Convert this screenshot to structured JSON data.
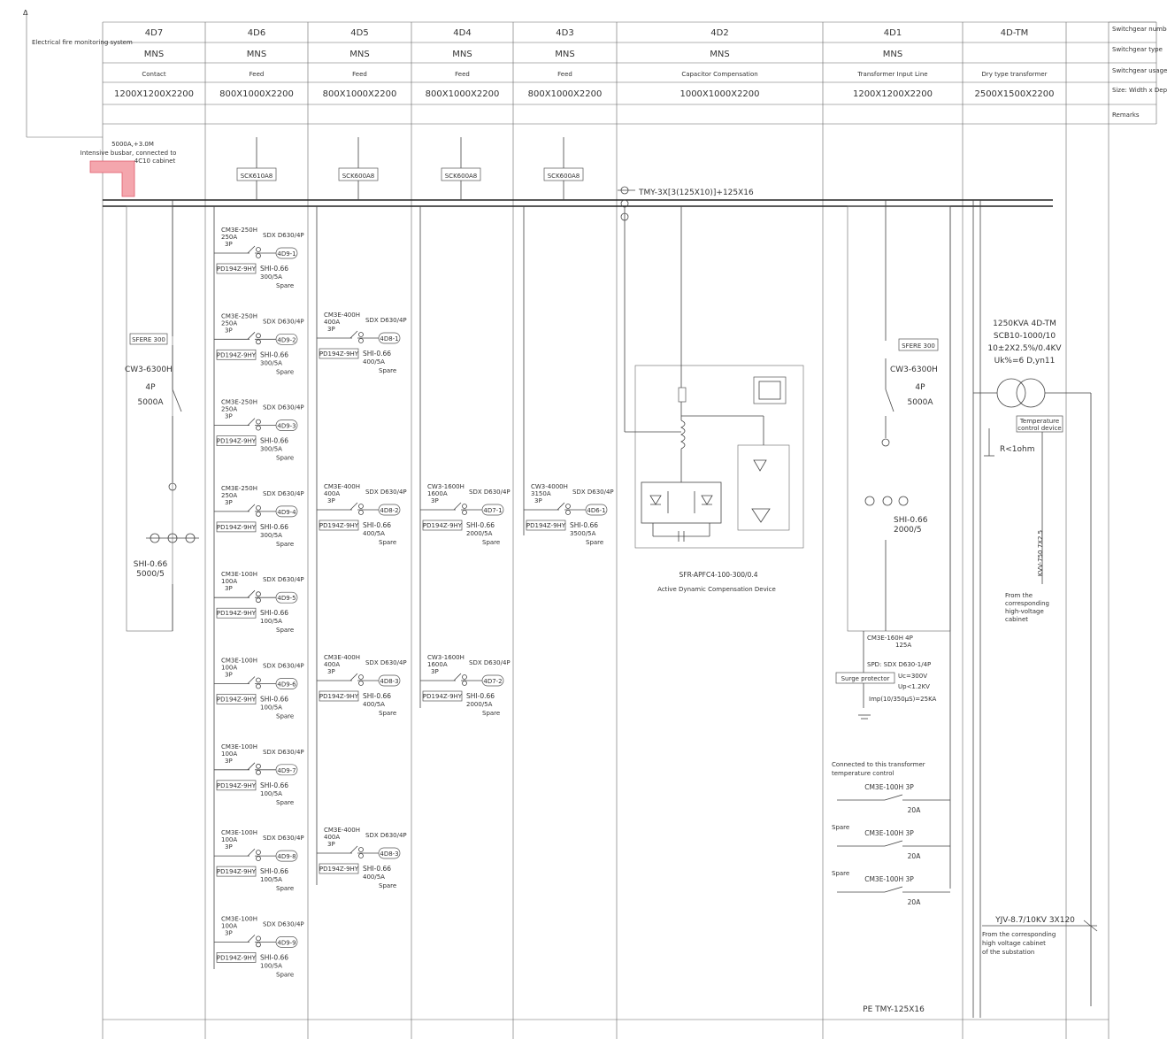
{
  "corner_mark": "Δ",
  "left_label": "Electrical fire monitoring system",
  "row_labels": [
    "Switchgear number",
    "Switchgear type",
    "Switchgear usage",
    "Size: Width x Depth x Height",
    "Remarks"
  ],
  "columns": [
    {
      "number": "4D7",
      "type": "MNS",
      "usage": "Contact",
      "size": "1200X1200X2200"
    },
    {
      "number": "4D6",
      "type": "MNS",
      "usage": "Feed",
      "size": "800X1000X2200"
    },
    {
      "number": "4D5",
      "type": "MNS",
      "usage": "Feed",
      "size": "800X1000X2200"
    },
    {
      "number": "4D4",
      "type": "MNS",
      "usage": "Feed",
      "size": "800X1000X2200"
    },
    {
      "number": "4D3",
      "type": "MNS",
      "usage": "Feed",
      "size": "800X1000X2200"
    },
    {
      "number": "4D2",
      "type": "MNS",
      "usage": "Capacitor Compensation",
      "size": "1000X1000X2200"
    },
    {
      "number": "4D1",
      "type": "MNS",
      "usage": "Transformer Input Line",
      "size": "1200X1200X2200"
    },
    {
      "number": "4D-TM",
      "type": "",
      "usage": "Dry type transformer",
      "size": "2500X1500X2200"
    }
  ],
  "busbar_note": [
    "5000A,+3.0M",
    "Intensive busbar, connected to",
    "4C10 cabinet"
  ],
  "tap_boxes": [
    "SCK610A8",
    "SCK600A8",
    "SCK600A8",
    "SCK600A8"
  ],
  "main_bus": "TMY-3X[3(125X10)]+125X16",
  "contact": {
    "sfere": "SFERE 300",
    "breaker": "CW3-6300H",
    "poles": "4P",
    "rating": "5000A",
    "ct": [
      "SHI-0.66",
      "5000/5"
    ]
  },
  "feeders": {
    "col6": [
      {
        "breaker": "CM3E-250H",
        "rating": "250A",
        "poles": "3P",
        "spd": "SDX D630/4P",
        "tag": "4D9-1",
        "meter": "PD194Z-9HY",
        "ct1": "SHI-0.66",
        "ct2": "300/5A",
        "status": "Spare"
      },
      {
        "breaker": "CM3E-250H",
        "rating": "250A",
        "poles": "3P",
        "spd": "SDX D630/4P",
        "tag": "4D9-2",
        "meter": "PD194Z-9HY",
        "ct1": "SHI-0.66",
        "ct2": "300/5A",
        "status": "Spare"
      },
      {
        "breaker": "CM3E-250H",
        "rating": "250A",
        "poles": "3P",
        "spd": "SDX D630/4P",
        "tag": "4D9-3",
        "meter": "PD194Z-9HY",
        "ct1": "SHI-0.66",
        "ct2": "300/5A",
        "status": "Spare"
      },
      {
        "breaker": "CM3E-250H",
        "rating": "250A",
        "poles": "3P",
        "spd": "SDX D630/4P",
        "tag": "4D9-4",
        "meter": "PD194Z-9HY",
        "ct1": "SHI-0.66",
        "ct2": "300/5A",
        "status": "Spare"
      },
      {
        "breaker": "CM3E-100H",
        "rating": "100A",
        "poles": "3P",
        "spd": "SDX D630/4P",
        "tag": "4D9-5",
        "meter": "PD194Z-9HY",
        "ct1": "SHI-0.66",
        "ct2": "100/5A",
        "status": "Spare"
      },
      {
        "breaker": "CM3E-100H",
        "rating": "100A",
        "poles": "3P",
        "spd": "SDX D630/4P",
        "tag": "4D9-6",
        "meter": "PD194Z-9HY",
        "ct1": "SHI-0.66",
        "ct2": "100/5A",
        "status": "Spare"
      },
      {
        "breaker": "CM3E-100H",
        "rating": "100A",
        "poles": "3P",
        "spd": "SDX D630/4P",
        "tag": "4D9-7",
        "meter": "PD194Z-9HY",
        "ct1": "SHI-0.66",
        "ct2": "100/5A",
        "status": "Spare"
      },
      {
        "breaker": "CM3E-100H",
        "rating": "100A",
        "poles": "3P",
        "spd": "SDX D630/4P",
        "tag": "4D9-8",
        "meter": "PD194Z-9HY",
        "ct1": "SHI-0.66",
        "ct2": "100/5A",
        "status": "Spare"
      },
      {
        "breaker": "CM3E-100H",
        "rating": "100A",
        "poles": "3P",
        "spd": "SDX D630/4P",
        "tag": "4D9-9",
        "meter": "PD194Z-9HY",
        "ct1": "SHI-0.66",
        "ct2": "100/5A",
        "status": "Spare"
      }
    ],
    "col5": [
      {
        "breaker": "CM3E-400H",
        "rating": "400A",
        "poles": "3P",
        "spd": "SDX D630/4P",
        "tag": "4D8-1",
        "meter": "PD194Z-9HY",
        "ct1": "SHI-0.66",
        "ct2": "400/5A",
        "status": "Spare"
      },
      {
        "breaker": "CM3E-400H",
        "rating": "400A",
        "poles": "3P",
        "spd": "SDX D630/4P",
        "tag": "4D8-2",
        "meter": "PD194Z-9HY",
        "ct1": "SHI-0.66",
        "ct2": "400/5A",
        "status": "Spare"
      },
      {
        "breaker": "CM3E-400H",
        "rating": "400A",
        "poles": "3P",
        "spd": "SDX D630/4P",
        "tag": "4D8-3",
        "meter": "PD194Z-9HY",
        "ct1": "SHI-0.66",
        "ct2": "400/5A",
        "status": "Spare"
      },
      {
        "breaker": "CM3E-400H",
        "rating": "400A",
        "poles": "3P",
        "spd": "SDX D630/4P",
        "tag": "4D8-3",
        "meter": "PD194Z-9HY",
        "ct1": "SHI-0.66",
        "ct2": "400/5A",
        "status": "Spare"
      }
    ],
    "col4": [
      {
        "breaker": "CW3-1600H",
        "rating": "1600A",
        "poles": "3P",
        "spd": "SDX D630/4P",
        "tag": "4D7-1",
        "meter": "PD194Z-9HY",
        "ct1": "SHI-0.66",
        "ct2": "2000/5A",
        "status": "Spare"
      },
      {
        "breaker": "CW3-1600H",
        "rating": "1600A",
        "poles": "3P",
        "spd": "SDX D630/4P",
        "tag": "4D7-2",
        "meter": "PD194Z-9HY",
        "ct1": "SHI-0.66",
        "ct2": "2000/5A",
        "status": "Spare"
      }
    ],
    "col3": [
      {
        "breaker": "CW3-4000H",
        "rating": "3150A",
        "poles": "3P",
        "spd": "SDX D630/4P",
        "tag": "4D6-1",
        "meter": "PD194Z-9HY",
        "ct1": "SHI-0.66",
        "ct2": "3500/5A",
        "status": "Spare"
      }
    ]
  },
  "compensation": {
    "model": "SFR-APFC4-100-300/0.4",
    "name": "Active Dynamic Compensation Device"
  },
  "incomer": {
    "sfere": "SFERE 300",
    "breaker": "CW3-6300H",
    "poles": "4P",
    "rating": "5000A",
    "ct": [
      "SHI-0.66",
      "2000/5"
    ],
    "spd_breaker": [
      "CM3E-160H 4P",
      "125A"
    ],
    "spd_model": "SPD: SDX D630-1/4P",
    "spd_label": "Surge protector",
    "spd_params": [
      "Uc=300V",
      "Up<1.2KV",
      "Imp(10/350μS)=25KA"
    ],
    "temp_note": [
      "Connected to this transformer",
      "temperature control"
    ],
    "temp_breakers": [
      {
        "pre": "",
        "model": "CM3E-100H 3P",
        "rating": "20A"
      },
      {
        "pre": "Spare",
        "model": "CM3E-100H 3P",
        "rating": "20A"
      },
      {
        "pre": "Spare",
        "model": "CM3E-100H 3P",
        "rating": "20A"
      }
    ],
    "pe": "PE TMY-125X16"
  },
  "transformer": {
    "specs": [
      "1250KVA 4D-TM",
      "SCB10-1000/10",
      "10±2X2.5%/0.4KV",
      "Uk%=6 D,yn11"
    ],
    "temp_device": [
      "Temperature",
      "control device"
    ],
    "earth": "R<1ohm",
    "cable": "KVV-750 7X2.5",
    "cable_note": [
      "From the",
      "corresponding",
      "high-voltage",
      "cabinet"
    ],
    "hv_cable": "YJV-8.7/10KV 3X120",
    "hv_note": [
      "From the corresponding",
      "high voltage cabinet",
      "of the substation"
    ]
  }
}
